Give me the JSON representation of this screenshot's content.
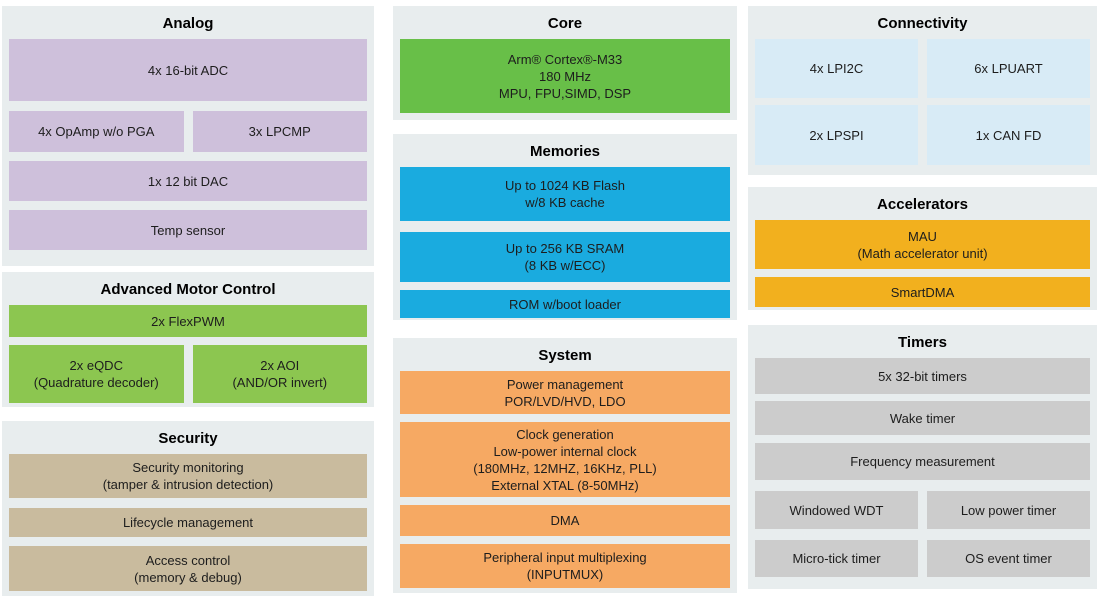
{
  "colors": {
    "panel_bg": "#e8edee",
    "analog_purple": "#cec0db",
    "motor_green": "#8cc650",
    "core_green": "#68bf48",
    "memory_blue": "#1aabdf",
    "system_orange": "#f6a963",
    "connectivity_blue": "#d8ebf6",
    "accelerator_amber": "#f2b01e",
    "timer_gray": "#cccccc",
    "security_tan": "#c9bb9e"
  },
  "panels": {
    "analog": {
      "title": "Analog",
      "blocks": {
        "adc": "4x 16-bit ADC",
        "opamp": "4x OpAmp w/o PGA",
        "lpcmp": "3x LPCMP",
        "dac": "1x 12 bit DAC",
        "temp_sensor": "Temp sensor"
      }
    },
    "motor_control": {
      "title": "Advanced Motor Control",
      "blocks": {
        "flexpwm": "2x FlexPWM",
        "eqdc": [
          "2x eQDC",
          "(Quadrature decoder)"
        ],
        "aoi": [
          "2x AOI",
          "(AND/OR invert)"
        ]
      }
    },
    "security": {
      "title": "Security",
      "blocks": {
        "monitoring": [
          "Security monitoring",
          "(tamper & intrusion detection)"
        ],
        "lifecycle": "Lifecycle management",
        "access": [
          "Access control",
          "(memory & debug)"
        ]
      }
    },
    "core": {
      "title": "Core",
      "blocks": {
        "cpu": [
          "Arm® Cortex®-M33",
          "180 MHz",
          "MPU, FPU,SIMD, DSP"
        ]
      }
    },
    "memories": {
      "title": "Memories",
      "blocks": {
        "flash": [
          "Up to 1024 KB Flash",
          "w/8 KB cache"
        ],
        "sram": [
          "Up to 256 KB SRAM",
          "(8 KB w/ECC)"
        ],
        "rom": "ROM w/boot loader"
      }
    },
    "system": {
      "title": "System",
      "blocks": {
        "power": [
          "Power management",
          "POR/LVD/HVD, LDO"
        ],
        "clock": [
          "Clock generation",
          "Low-power internal clock",
          "(180MHz, 12MHZ, 16KHz, PLL)",
          "External XTAL (8-50MHz)"
        ],
        "dma": "DMA",
        "inputmux": [
          "Peripheral input multiplexing",
          "(INPUTMUX)"
        ]
      }
    },
    "connectivity": {
      "title": "Connectivity",
      "blocks": {
        "lpi2c": "4x LPI2C",
        "lpuart": "6x LPUART",
        "lpspi": "2x LPSPI",
        "canfd": "1x CAN FD"
      }
    },
    "accelerators": {
      "title": "Accelerators",
      "blocks": {
        "mau": [
          "MAU",
          "(Math accelerator unit)"
        ],
        "smartdma": "SmartDMA"
      }
    },
    "timers": {
      "title": "Timers",
      "blocks": {
        "timers32": "5x 32-bit timers",
        "wake": "Wake timer",
        "freq": "Frequency measurement",
        "wdt": "Windowed WDT",
        "lptimer": "Low power timer",
        "microtick": "Micro-tick timer",
        "osevent": "OS event timer"
      }
    }
  }
}
